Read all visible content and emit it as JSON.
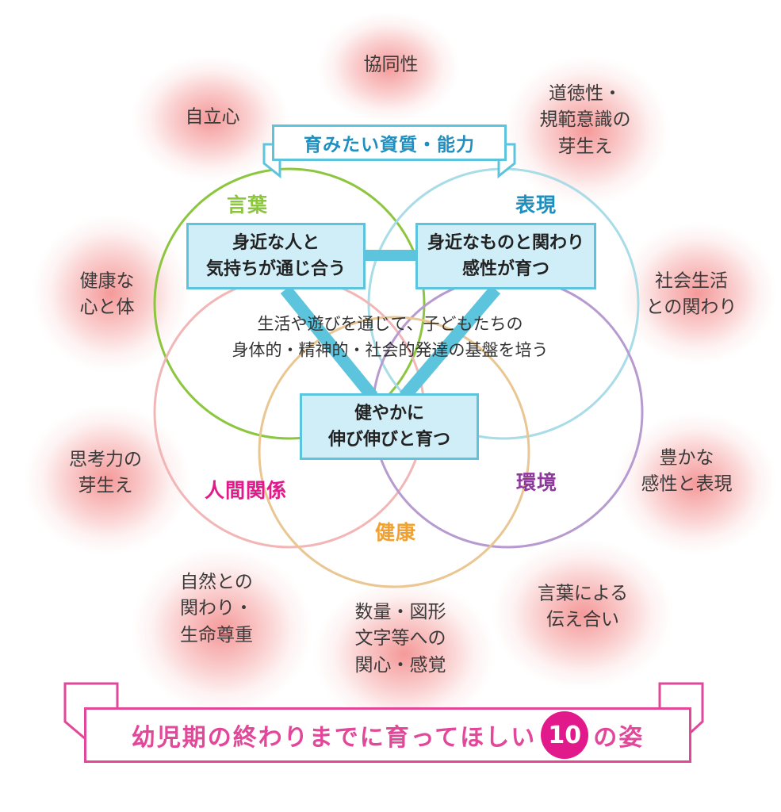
{
  "banner_top": {
    "label": "育みたい資質・能力"
  },
  "banner_bottom": {
    "prefix": "幼児期の終わりまでに育ってほしい",
    "number": "10",
    "suffix": "の姿"
  },
  "areas": [
    {
      "label": "言葉",
      "color": "#8cc63f"
    },
    {
      "label": "表現",
      "color": "#1d8fc0"
    },
    {
      "label": "人間関係",
      "color": "#e2198a"
    },
    {
      "label": "環境",
      "color": "#8e3a9d"
    },
    {
      "label": "健康",
      "color": "#f0a030"
    }
  ],
  "circle_colors": {
    "kotoba": "#8cc63f",
    "hyogen": "#a8dce6",
    "ningen": "#f2b6b6",
    "kankyo": "#b79bd0",
    "kenko": "#e9c692"
  },
  "boxes": [
    {
      "line1": "身近な人と",
      "line2": "気持ちが通じ合う"
    },
    {
      "line1": "身近なものと関わり",
      "line2": "感性が育つ"
    },
    {
      "line1": "健やかに",
      "line2": "伸び伸びと育つ"
    }
  ],
  "center_text": {
    "line1": "生活や遊びを通じて、子どもたちの",
    "line2": "身体的・精神的・社会的発達の基盤を培う"
  },
  "qualities": [
    {
      "lines": [
        "協同性"
      ]
    },
    {
      "lines": [
        "道徳性・",
        "規範意識の",
        "芽生え"
      ]
    },
    {
      "lines": [
        "社会生活",
        "との関わり"
      ]
    },
    {
      "lines": [
        "豊かな",
        "感性と表現"
      ]
    },
    {
      "lines": [
        "言葉による",
        "伝え合い"
      ]
    },
    {
      "lines": [
        "数量・図形",
        "文字等への",
        "関心・感覚"
      ]
    },
    {
      "lines": [
        "自然との",
        "関わり・",
        "生命尊重"
      ]
    },
    {
      "lines": [
        "思考力の",
        "芽生え"
      ]
    },
    {
      "lines": [
        "健康な",
        "心と体"
      ]
    },
    {
      "lines": [
        "自立心"
      ]
    }
  ],
  "colors": {
    "accent_cyan": "#5cc4dc",
    "accent_pink": "#e2198a",
    "box_fill": "#cfeef8"
  }
}
